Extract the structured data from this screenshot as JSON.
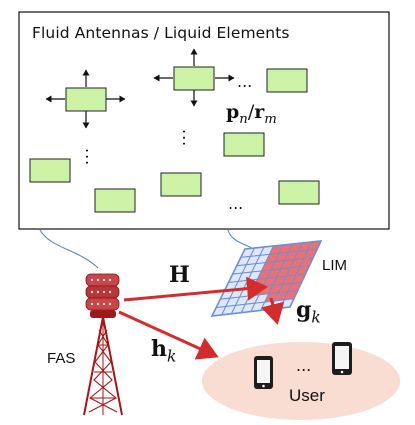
{
  "panel": {
    "title": "Fluid Antennas / Liquid Elements",
    "position_vector": "p",
    "position_vector_sub": "n",
    "position_separator": "/",
    "position_vector_alt": "r",
    "position_vector_alt_sub": "m",
    "ellipsis": "..."
  },
  "channels": {
    "bs_to_lim": "H",
    "bs_to_user": "h",
    "bs_to_user_sub": "k",
    "lim_to_user": "g",
    "lim_to_user_sub": "k"
  },
  "nodes": {
    "lim_label": "LIM",
    "fas_label": "FAS",
    "user_label": "User",
    "user_ellipsis": "..."
  },
  "colors": {
    "element_fill": "#ccf2a6",
    "element_stroke": "#222222",
    "arrow_red": "#d42c2c",
    "tower_red": "#a3161a",
    "user_region": "#f9dcd2",
    "lim_blue": "#6f8fd4",
    "lim_red": "#ee7070",
    "connector_blue": "#5b86c4"
  }
}
